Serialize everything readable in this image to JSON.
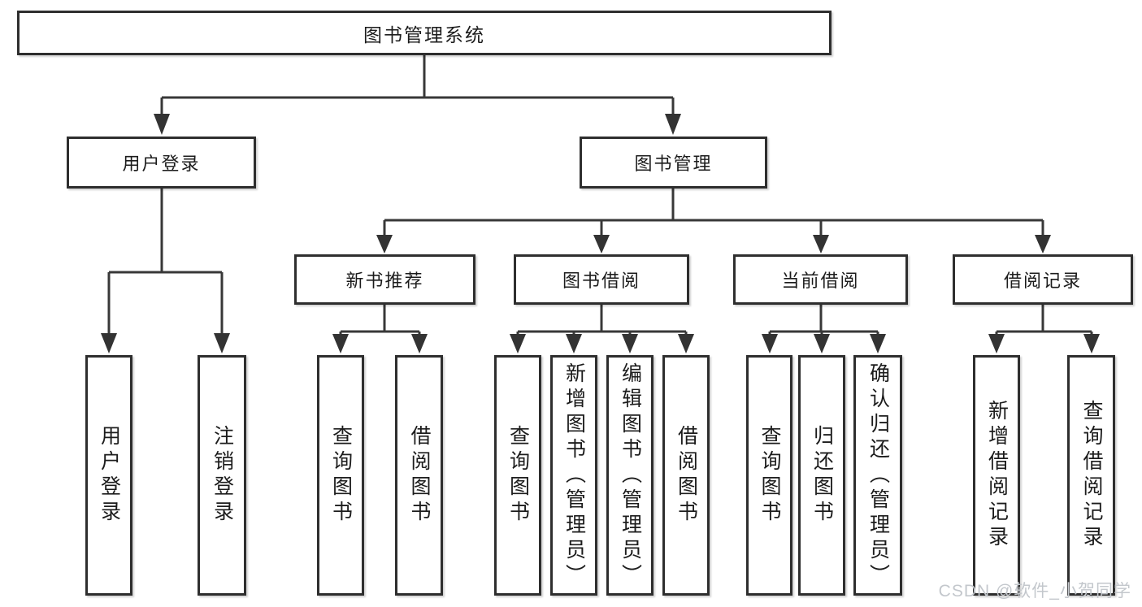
{
  "diagram": {
    "root": {
      "label": "图书管理系统"
    },
    "branches": [
      {
        "label": "用户登录",
        "children": [
          {
            "label": "用户登录"
          },
          {
            "label": "注销登录"
          }
        ]
      },
      {
        "label": "图书管理",
        "children": [
          {
            "label": "新书推荐",
            "children": [
              {
                "label": "查询图书"
              },
              {
                "label": "借阅图书"
              }
            ]
          },
          {
            "label": "图书借阅",
            "children": [
              {
                "label": "查询图书"
              },
              {
                "label": "新增图书（管理员）"
              },
              {
                "label": "编辑图书（管理员）"
              },
              {
                "label": "借阅图书"
              }
            ]
          },
          {
            "label": "当前借阅",
            "children": [
              {
                "label": "查询图书"
              },
              {
                "label": "归还图书"
              },
              {
                "label": "确认归还（管理员）"
              }
            ]
          },
          {
            "label": "借阅记录",
            "children": [
              {
                "label": "新增借阅记录"
              },
              {
                "label": "查询借阅记录"
              }
            ]
          }
        ]
      }
    ]
  },
  "watermark": {
    "text": "CSDN @软件_小贺同学"
  },
  "colors": {
    "background": "#ffffff",
    "box_border": "#2e2e2e",
    "connector_line": "#383838",
    "arrow": "#333333",
    "text": "#1c1c1c",
    "watermark": "#c3c7cc"
  }
}
